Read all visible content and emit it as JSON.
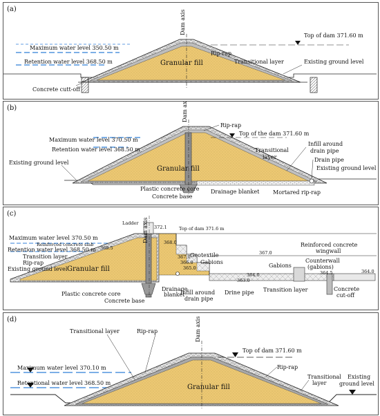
{
  "panels": {
    "a": {
      "tag": "(a)",
      "dam_axis": "Dam axis",
      "max_level": "Maximum water level 350.50 m",
      "retention_level": "Retention water level 368.50 m",
      "cutoff": "Concrete cutt-off",
      "fill": "Granular fill",
      "top_dam": "Top of dam 371.60 m",
      "riprap": "Rip-rap",
      "transitional": "Transitional layer",
      "ground": "Existing ground level"
    },
    "b": {
      "tag": "(b)",
      "dam_axis": "Dam axis",
      "max_level": "Maximum water level 370.50 m",
      "retention_level": "Retention water level 368.50 m",
      "ground_left": "Existing ground level",
      "fill": "Granular fill",
      "riprap": "Rip-rap",
      "top_dam": "Top of the dam 371.60 m",
      "transitional_1": "Transitional",
      "transitional_2": "layer",
      "infill_1": "Infill around",
      "infill_2": "drain pipe",
      "drain_pipe": "Drain pipe",
      "ground_right": "Existing ground level",
      "core": "Plastic concrete core",
      "base": "Concrete base",
      "blanket": "Drainage blanket",
      "mortared": "Mortared rip-rap"
    },
    "c": {
      "tag": "(c)",
      "ladder": "Ladder",
      "dam_axis": "Dam axis",
      "el_372": "372.1",
      "top_dam": "Top of dam 371.6 m",
      "max_level": "Maximum water level 370.50 m",
      "slab": "Reinforced concrete slab",
      "retention_level": "Retention water level 368.50 m",
      "el_3685": "368.5",
      "el_3680": "368.0",
      "transition_layer": "Transition layer",
      "riprap": "Rip-rap",
      "ground": "Existing ground level",
      "fill": "Granular fill",
      "el_367_a": "367.0",
      "geotextile": "Geotextile",
      "el_366": "366.0",
      "gabions_1": "Gabions",
      "el_365": "365.0",
      "el_367_b": "367.0",
      "wingwall_1": "Reinforced concrete",
      "wingwall_2": "wingwall",
      "gabions_2": "Gabions",
      "counterwall_1": "Counterwall",
      "counterwall_2": "(gabions)",
      "el_3645": "364.5",
      "el_364_a": "364.0",
      "el_363": "363.0",
      "el_364_b": "364.0",
      "core": "Plastic concrete core",
      "base": "Concrete base",
      "blanket_1": "Drainage",
      "blanket_2": "blanket",
      "infill_1": "Infill around",
      "infill_2": "drain pipe",
      "drine": "Drine pipe",
      "transition_bottom": "Transition layer",
      "cutoff_1": "Concrete",
      "cutoff_2": "cut-off"
    },
    "d": {
      "tag": "(d)",
      "dam_axis": "Dam axis",
      "transitional_left": "Transitional layer",
      "riprap_left": "Rip-rap",
      "top_dam": "Top of dam 371.60 m",
      "max_level": "Maximum water level 370.10 m",
      "retention_level": "Retentional water level 368.50 m",
      "fill": "Granular fill",
      "riprap_right": "Rip-rap",
      "transitional_right_1": "Transitional",
      "transitional_right_2": "layer",
      "ground_1": "Existing",
      "ground_2": "ground level"
    }
  },
  "colors": {
    "fill": "#ecc873",
    "riprap": "#d9d9d9",
    "water": "#2f7fd8",
    "core": "#8e8e8e",
    "line": "#222222"
  }
}
